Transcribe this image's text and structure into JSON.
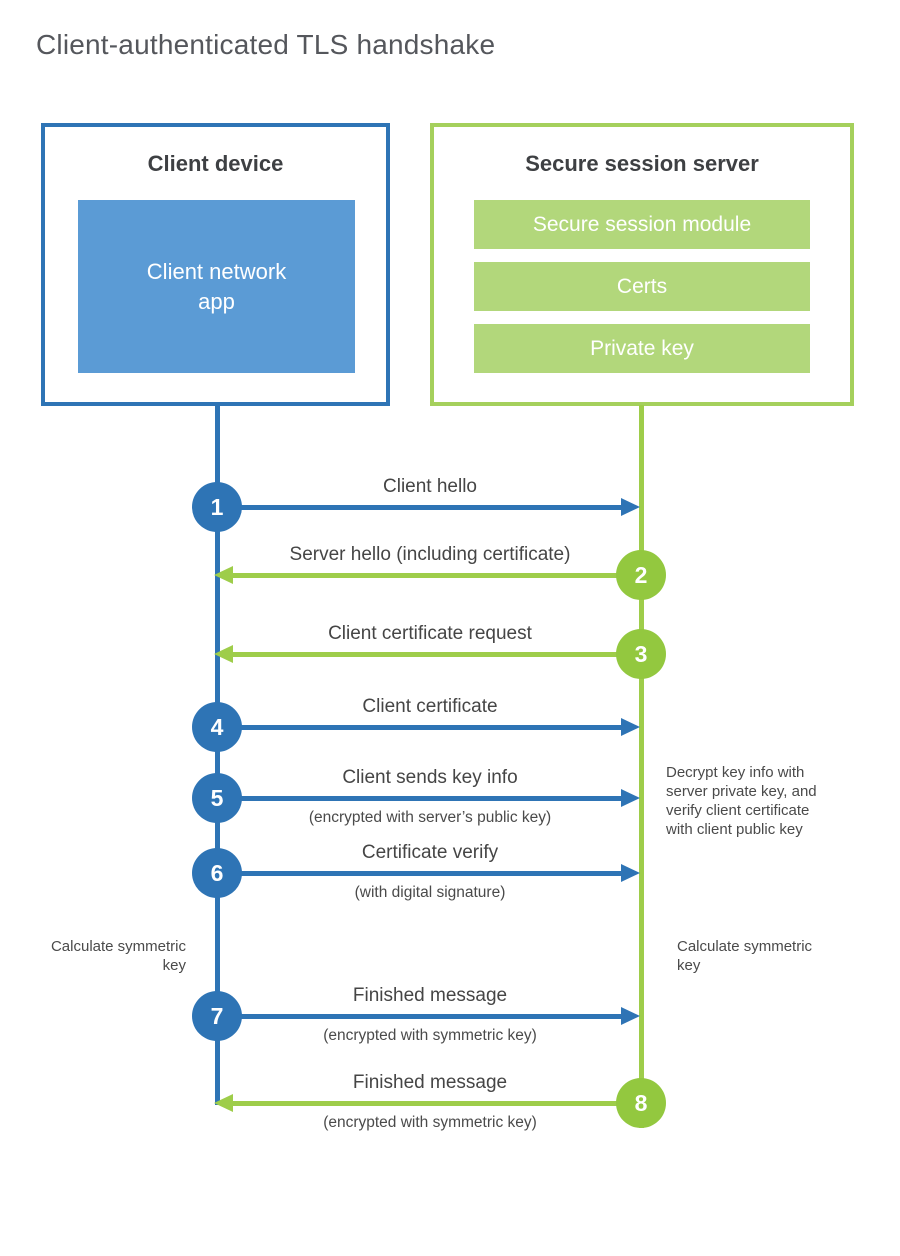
{
  "title": "Client-authenticated TLS handshake",
  "colors": {
    "blue": "#2e74b5",
    "blue_fill": "#5b9bd5",
    "green_circle": "#93c83f",
    "green_line": "#9ecd4a",
    "green_border": "#a5d05c",
    "green_bar": "#b2d77b",
    "text_dark": "#3e4043",
    "text_label": "#454545"
  },
  "client": {
    "title": "Client device",
    "app_label": "Client network app"
  },
  "server": {
    "title": "Secure session server",
    "modules": [
      "Secure session module",
      "Certs",
      "Private key"
    ]
  },
  "messages": [
    {
      "step": "1",
      "label": "Client hello",
      "sub": "",
      "direction": "client-to-server"
    },
    {
      "step": "2",
      "label": "Server hello (including certificate)",
      "sub": "",
      "direction": "server-to-client"
    },
    {
      "step": "3",
      "label": "Client certificate request",
      "sub": "",
      "direction": "server-to-client"
    },
    {
      "step": "4",
      "label": "Client certificate",
      "sub": "",
      "direction": "client-to-server"
    },
    {
      "step": "5",
      "label": "Client sends key info",
      "sub": "(encrypted with server’s public key)",
      "direction": "client-to-server"
    },
    {
      "step": "6",
      "label": "Certificate verify",
      "sub": "(with digital signature)",
      "direction": "client-to-server"
    },
    {
      "step": "7",
      "label": "Finished message",
      "sub": "(encrypted with symmetric key)",
      "direction": "client-to-server"
    },
    {
      "step": "8",
      "label": "Finished message",
      "sub": "(encrypted with symmetric key)",
      "direction": "server-to-client"
    }
  ],
  "notes": {
    "decrypt": "Decrypt key info with server private key, and verify client certificate with client public key",
    "calc_left": "Calculate symmetric key",
    "calc_right": "Calculate symmetric key"
  }
}
